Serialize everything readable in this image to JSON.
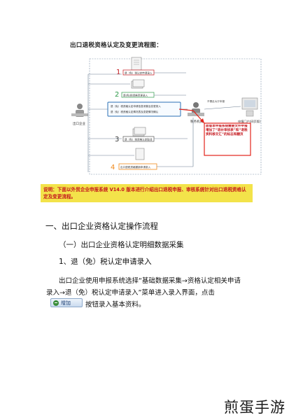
{
  "document": {
    "title": "出口退税资格认定及变更流程图：",
    "diagram": {
      "left_label": "出口企业",
      "center_label": "税务机关",
      "right_label": "申报门户(网页版)",
      "right_note": "不需走大厅申报",
      "steps": [
        {
          "num": "1",
          "label": "退（免）税认定申请录入",
          "color": "#c4161c"
        },
        {
          "num": "2",
          "label": "退(免)税资格变更录入",
          "color": "#2e9a4a"
        },
        {
          "num": "",
          "label": "退（免）税资格认定申请信息采集及变更录入",
          "color": "#2a6fb5"
        },
        {
          "num": "",
          "label": "退（免）税资格认定情况表及变更情况确认",
          "color": "#2a6fb5"
        },
        {
          "num": "3",
          "label": "退（免）税资格认定取消",
          "color": "#333333"
        },
        {
          "num": "4",
          "label": "出口退税资格撤销申请录入",
          "color": "#f08a1c"
        }
      ],
      "callout": "原版本申报系统需要文件申报增加了“退补审核表”和“退税资料移交汇”的标志和翻页"
    },
    "note": "说明：下面以外贸企业申报系统 V14.0 版本进行介绍出口退税申报、审核系统针对出口退税资格认定及变更流程。",
    "section1": "一、出口企业资格认定操作流程",
    "section1_1": "（一）出口企业资格认定明细数据采集",
    "section1_1_1": "1、退（免）税认定申请录入",
    "paragraph_line1": "出口企业使用申报系统选择“基础数据采集→资格认定相关申请",
    "paragraph_line2": "录入→退（免）税认定申请录入”菜单进入录入界面，点击",
    "add_button_label": "增加",
    "after_button_text": "按钮录入基本资料。"
  },
  "watermark": "煎蛋手游",
  "colors": {
    "note_bg": "#f3e34a",
    "note_text": "#c4161c",
    "diagram_red": "#e2231a",
    "diagram_blue": "#2a6fb5",
    "diagram_green": "#2e9a4a",
    "diagram_orange": "#f08a1c"
  }
}
